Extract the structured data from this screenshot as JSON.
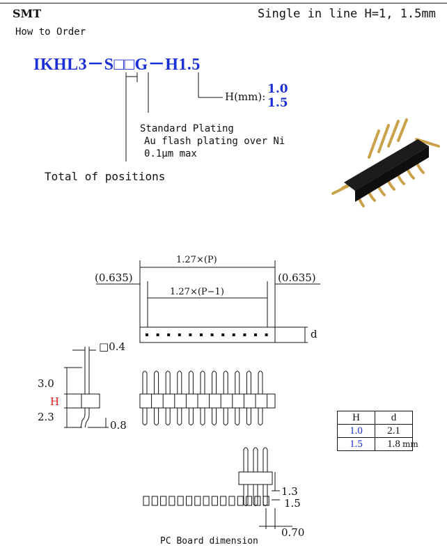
{
  "header": {
    "category": "SMT",
    "subtitle": "Single in line  H=1, 1.5mm"
  },
  "order": {
    "heading": "How to Order",
    "part_number": {
      "prefix": "IKHL3－S",
      "boxes": "□□",
      "mid": "G－H",
      "suffix": "1.5"
    },
    "h_label": "H(mm):",
    "h_options": [
      "1.0",
      "1.5"
    ],
    "plating_title": "Standard Plating",
    "plating_desc": "Au flash plating over Ni",
    "plating_thickness": "0.1μm max",
    "positions_label": "Total of positions"
  },
  "drawing": {
    "pitch_total": "1.27×(P)",
    "pitch_inner": "1.27×(P−1)",
    "margin_left": "(0.635)",
    "margin_right": "(0.635)",
    "d_label": "d",
    "pin_size": "□0.4",
    "dim_top": "3.0",
    "dim_h": "H",
    "dim_bottom": "2.3",
    "dim_foot": "0.8",
    "pcb_13": "1.3",
    "pcb_15": "1.5",
    "pcb_070": "0.70",
    "pcb_caption": "PC Board dimension"
  },
  "table": {
    "headers": [
      "H",
      "d"
    ],
    "rows": [
      [
        "1.0",
        "2.1"
      ],
      [
        "1.5",
        "1.8"
      ]
    ],
    "unit": "mm"
  },
  "colors": {
    "accent": "#1a2fd6",
    "h_red": "#e01a1a"
  }
}
